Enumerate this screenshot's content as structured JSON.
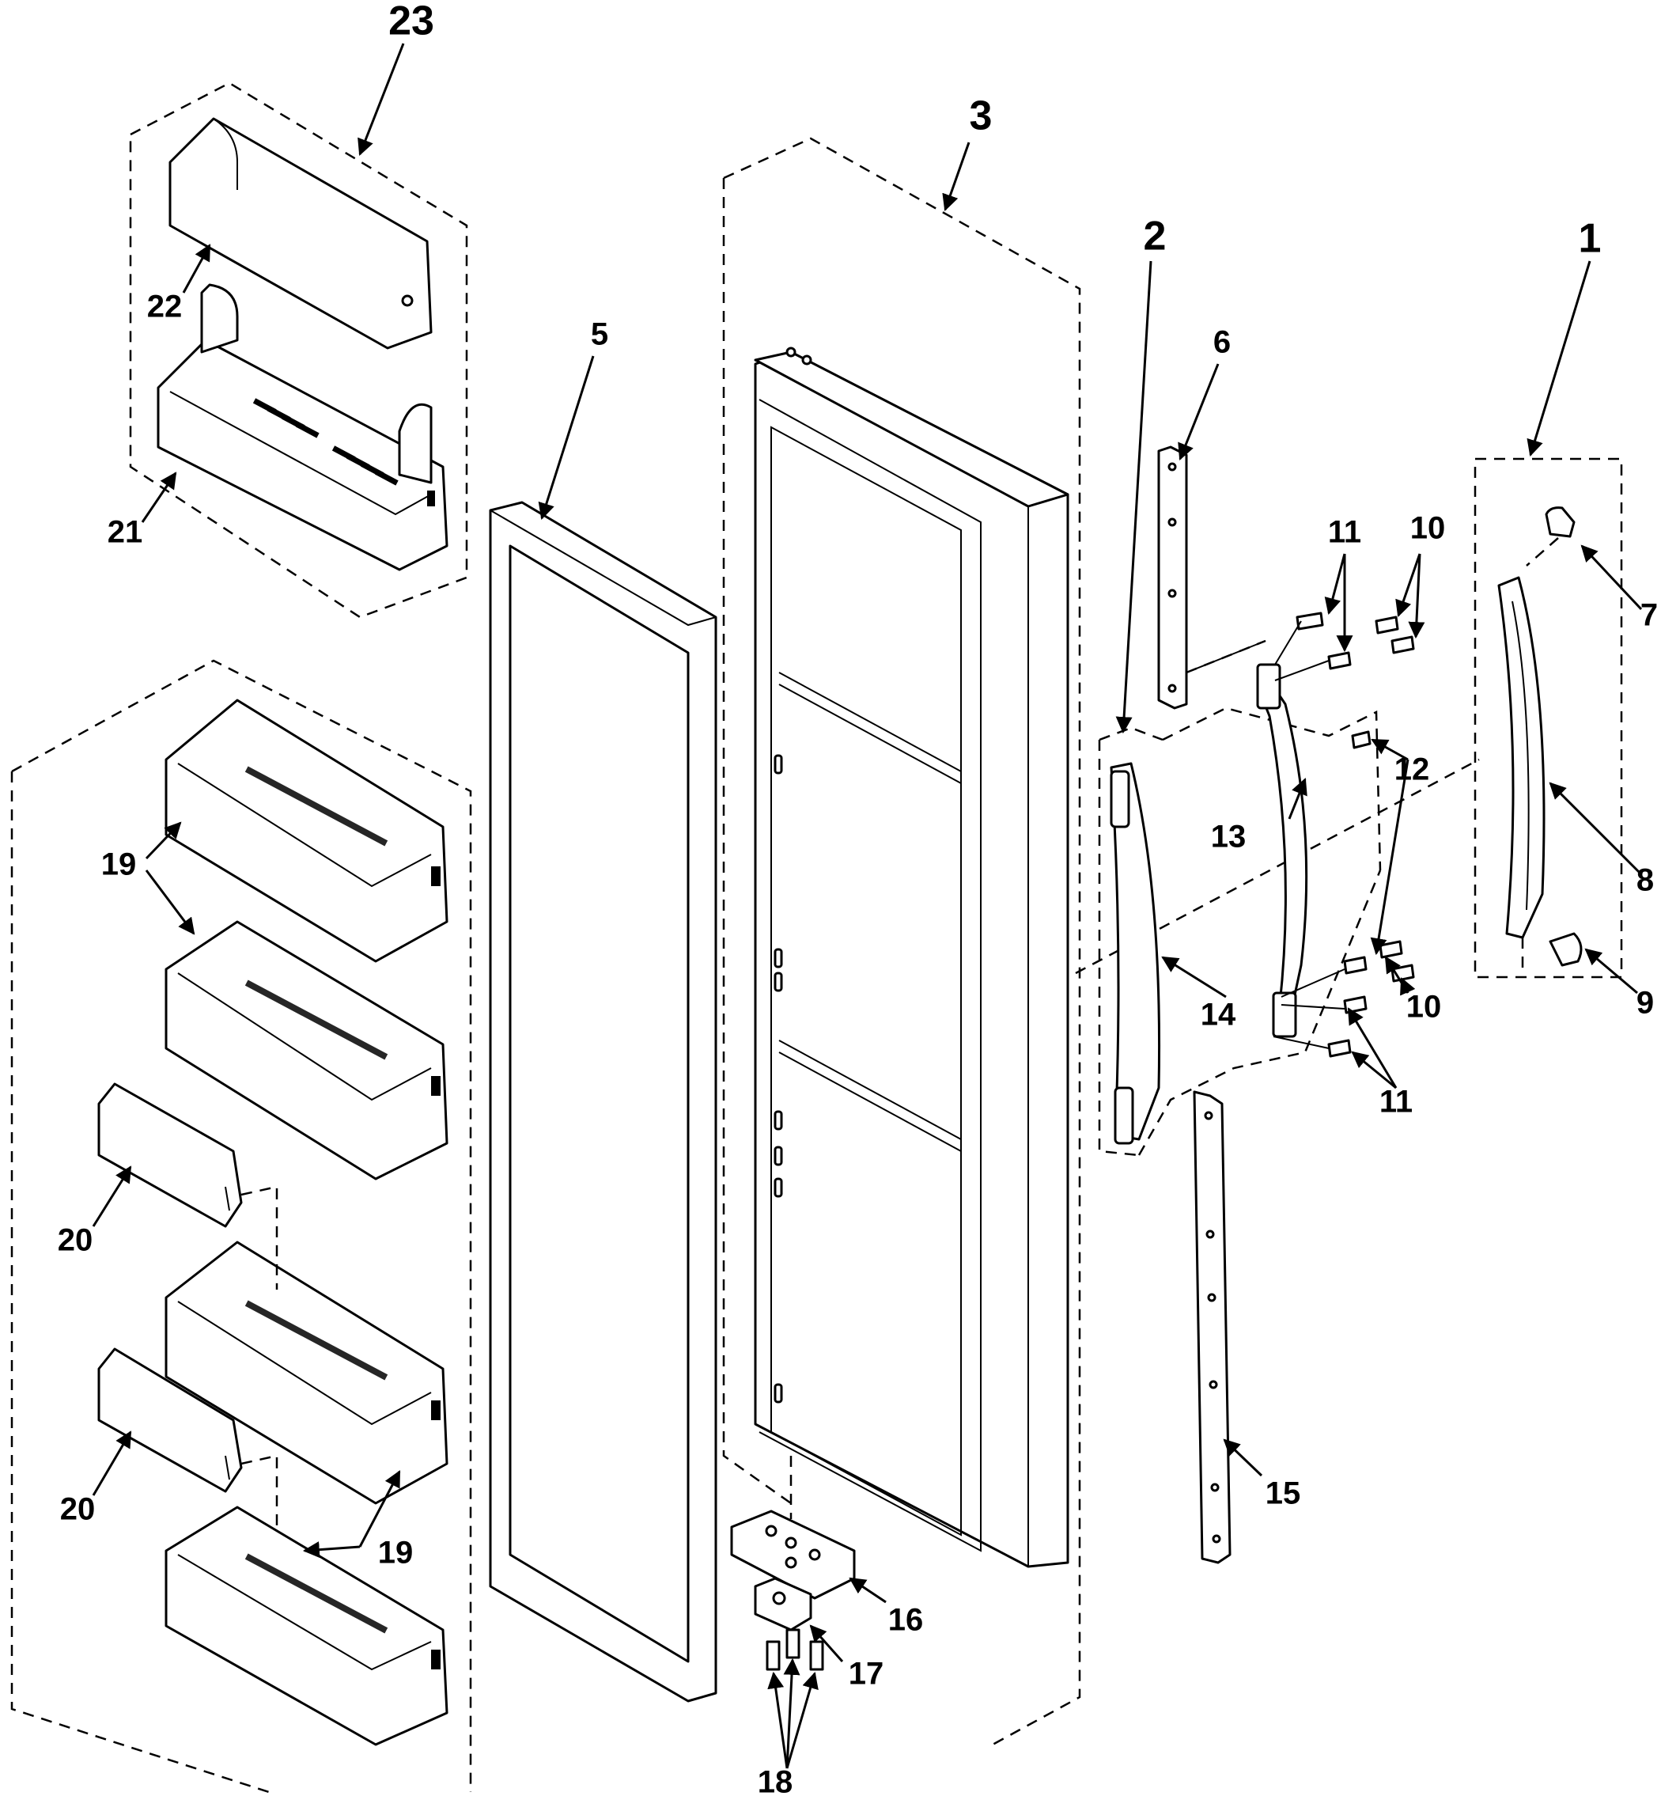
{
  "diagram": {
    "callouts": {
      "c1": "1",
      "c2": "2",
      "c3": "3",
      "c5": "5",
      "c6": "6",
      "c7": "7",
      "c8": "8",
      "c9": "9",
      "c10a": "10",
      "c10b": "10",
      "c11a": "11",
      "c11b": "11",
      "c12": "12",
      "c13": "13",
      "c14": "14",
      "c15": "15",
      "c16": "16",
      "c17": "17",
      "c18": "18",
      "c19a": "19",
      "c19b": "19",
      "c20a": "20",
      "c20b": "20",
      "c21": "21",
      "c22": "22",
      "c23": "23"
    }
  }
}
